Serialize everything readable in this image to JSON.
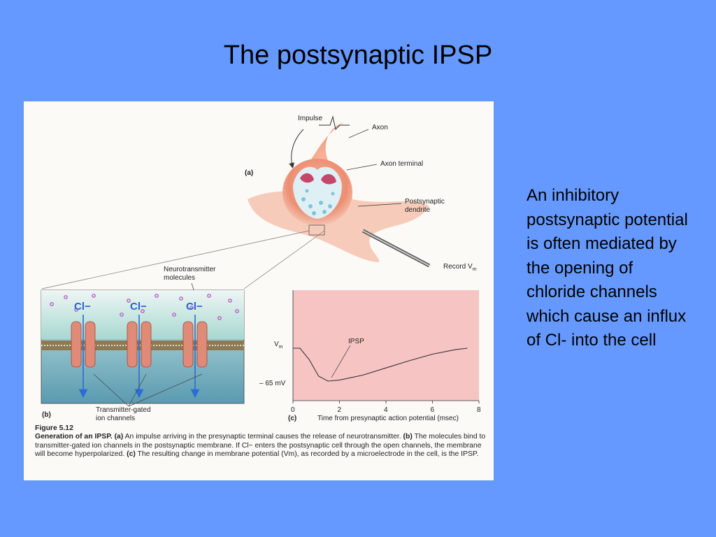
{
  "slide": {
    "title": "The postsynaptic IPSP",
    "body_text": "An inhibitory postsynaptic potential is often mediated by the opening of chloride channels which cause an influx of Cl- into the cell"
  },
  "figure": {
    "panel_a": {
      "tag": "(a)",
      "labels": {
        "impulse": "Impulse",
        "axon": "Axon",
        "axon_terminal": "Axon terminal",
        "postsynaptic_dendrite_1": "Postsynaptic",
        "postsynaptic_dendrite_2": "dendrite",
        "record": "Record V",
        "record_sub": "m"
      }
    },
    "panel_b": {
      "tag": "(b)",
      "neurotransmitter_1": "Neurotransmitter",
      "neurotransmitter_2": "molecules",
      "ion": "Cl−",
      "channels_1": "Transmitter-gated",
      "channels_2": "ion channels"
    },
    "panel_c": {
      "tag": "(c)",
      "vm_label": "V",
      "vm_sub": "m",
      "baseline_label": "– 65 mV",
      "trace_label": "IPSP",
      "x_ticks": [
        "0",
        "2",
        "4",
        "6",
        "8"
      ],
      "x_axis_label": "Time from presynaptic action potential (msec)"
    },
    "caption": {
      "figure_number": "Figure 5.12",
      "heading": "Generation of an IPSP.",
      "part_a_tag": "(a)",
      "part_a": "An impulse arriving in the presynaptic terminal causes the release of neurotransmitter.",
      "part_b_tag": "(b)",
      "part_b": "The molecules bind to transmitter-gated ion channels in the postsynaptic membrane. If Cl− enters the postsynaptic cell through the open channels, the membrane will become hyperpolarized.",
      "part_c_tag": "(c)",
      "part_c": "The resulting change in membrane potential (Vm), as recorded by a microelectrode in the cell, is the IPSP."
    },
    "colors": {
      "background": "#6699ff",
      "plot_background": "#f7c4c4",
      "membrane": "#8b7a55",
      "channel": "#e08a78",
      "neurotransmitter": "#b85cc8",
      "arrow": "#2d6bd6",
      "ion_text": "#2d5fd0"
    }
  },
  "chart_data": {
    "type": "line",
    "x": [
      0,
      0.3,
      0.7,
      1.1,
      1.5,
      2,
      3,
      4,
      5,
      6,
      7,
      7.5
    ],
    "series": [
      {
        "values": [
          0,
          0,
          -0.35,
          -0.85,
          -1.0,
          -0.97,
          -0.82,
          -0.6,
          -0.38,
          -0.18,
          -0.04,
          0
        ]
      }
    ],
    "xlim": [
      0,
      8
    ],
    "x_ticks": [
      0,
      2,
      4,
      6,
      8
    ],
    "xlabel": "Time from presynaptic action potential (msec)",
    "ylabel": "Vm",
    "annotations": [
      "IPSP",
      "– 65 mV"
    ]
  }
}
